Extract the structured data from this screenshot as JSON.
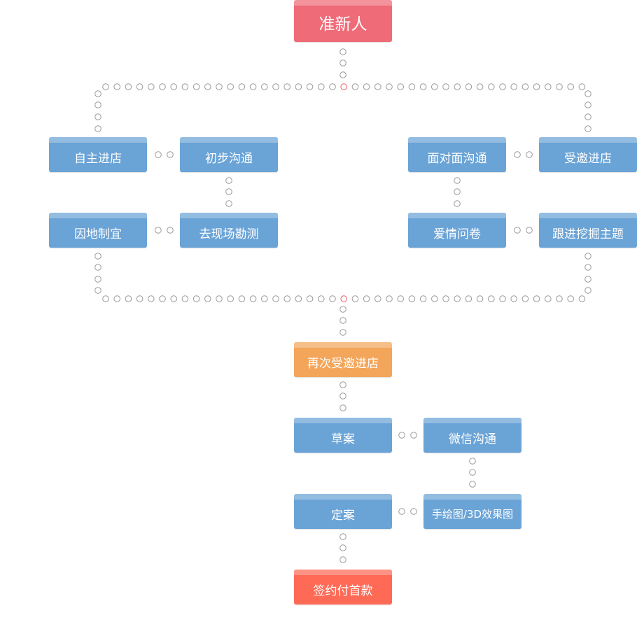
{
  "colors": {
    "blue": "#6aa3d6",
    "start": "#ef6b78",
    "reinvite": "#f3a55a",
    "final": "#fe6a56",
    "dot": "#9a9a9a",
    "dot_accent": "#e8606b"
  },
  "nodes": {
    "start": "准新人",
    "self_visit": "自主进店",
    "initial_comm": "初步沟通",
    "adapt_site": "因地制宜",
    "site_survey": "去现场勘测",
    "face_to_face": "面对面沟通",
    "invited_visit": "受邀进店",
    "love_survey": "爱情问卷",
    "theme_mining": "跟进挖掘主题",
    "reinvited_visit": "再次受邀进店",
    "draft": "草案",
    "wechat_comm": "微信沟通",
    "finalize": "定案",
    "sketch": "手绘图/3D效果图",
    "contract": "签约付首款"
  }
}
